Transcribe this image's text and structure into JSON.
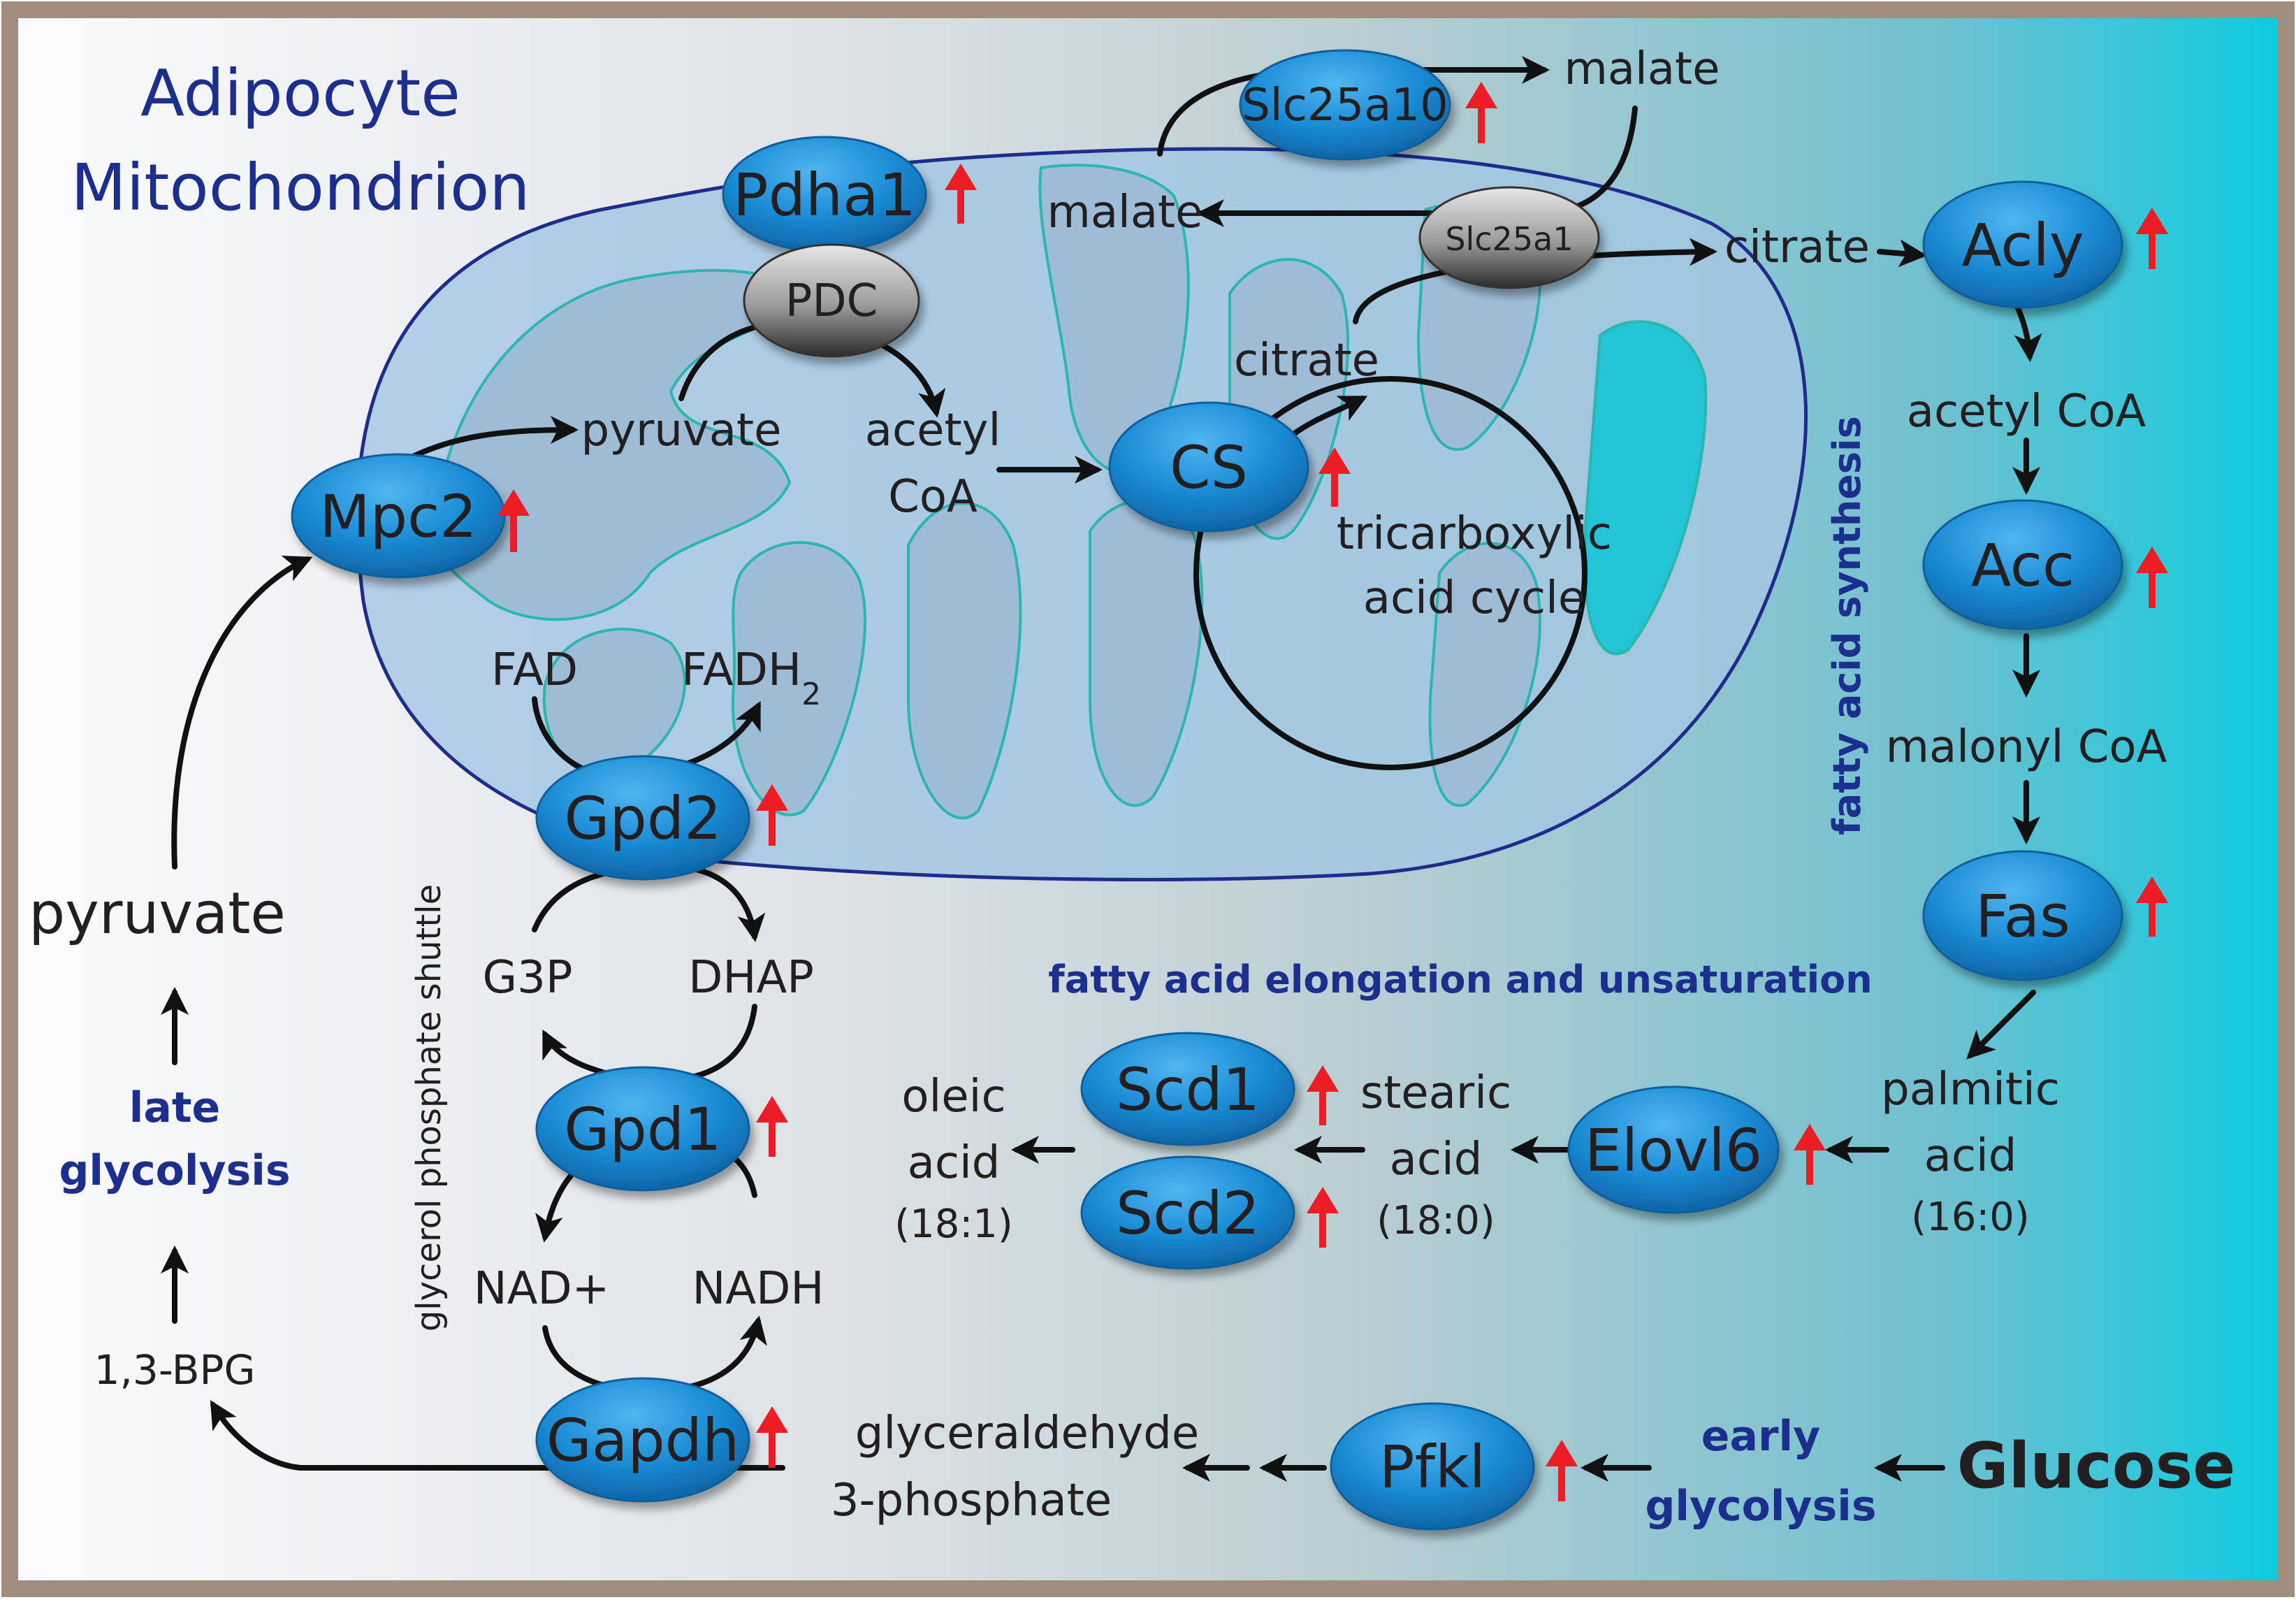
{
  "title": {
    "line1": "Adipocyte",
    "line2": "Mitochondrion"
  },
  "enzymes": {
    "mpc2": "Mpc2",
    "pdha1": "Pdha1",
    "pdc": "PDC",
    "slc25a10": "Slc25a10",
    "slc25a1": "Slc25a1",
    "cs": "CS",
    "acly": "Acly",
    "acc": "Acc",
    "fas": "Fas",
    "elovl6": "Elovl6",
    "scd1": "Scd1",
    "scd2": "Scd2",
    "gpd2": "Gpd2",
    "gpd1": "Gpd1",
    "gapdh": "Gapdh",
    "pfkl": "Pfkl"
  },
  "metabolites": {
    "pyruvate_mito": "pyruvate",
    "acetyl_coa_mito_1": "acetyl",
    "acetyl_coa_mito_2": "CoA",
    "malate_top": "malate",
    "malate_mito": "malate",
    "citrate_mito": "citrate",
    "citrate_cyto": "citrate",
    "tca_1": "tricarboxylic",
    "tca_2": "acid cycle",
    "fad": "FAD",
    "fadh2": "FADH",
    "fadh2_sub": "2",
    "g3p": "G3P",
    "dhap": "DHAP",
    "nad": "NAD+",
    "nadh": "NADH",
    "pyruvate_cyto": "pyruvate",
    "bpg": "1,3-BPG",
    "gap_1": "glyceraldehyde",
    "gap_2": "3-phosphate",
    "glucose": "Glucose",
    "acetyl_coa_cyto": "acetyl CoA",
    "malonyl_coa": "malonyl CoA",
    "palmitic_1": "palmitic",
    "palmitic_2": "acid",
    "palmitic_3": "(16:0)",
    "stearic_1": "stearic",
    "stearic_2": "acid",
    "stearic_3": "(18:0)",
    "oleic_1": "oleic",
    "oleic_2": "acid",
    "oleic_3": "(18:1)"
  },
  "process_labels": {
    "late_glycolysis_1": "late",
    "late_glycolysis_2": "glycolysis",
    "early_glycolysis_1": "early",
    "early_glycolysis_2": "glycolysis",
    "fatty_acid_synthesis": "fatty acid synthesis",
    "elongation": "fatty acid elongation and unsaturation",
    "shuttle": "glycerol phosphate shuttle"
  },
  "colors": {
    "enzyme_blue": "#1a8ad4",
    "upregulated_arrow": "#ee1c24",
    "label_blue": "#1c2f8f",
    "mito_fill": "#aecbe3",
    "cristae_stroke": "#2bb6b0",
    "frame": "#a08d7e"
  }
}
